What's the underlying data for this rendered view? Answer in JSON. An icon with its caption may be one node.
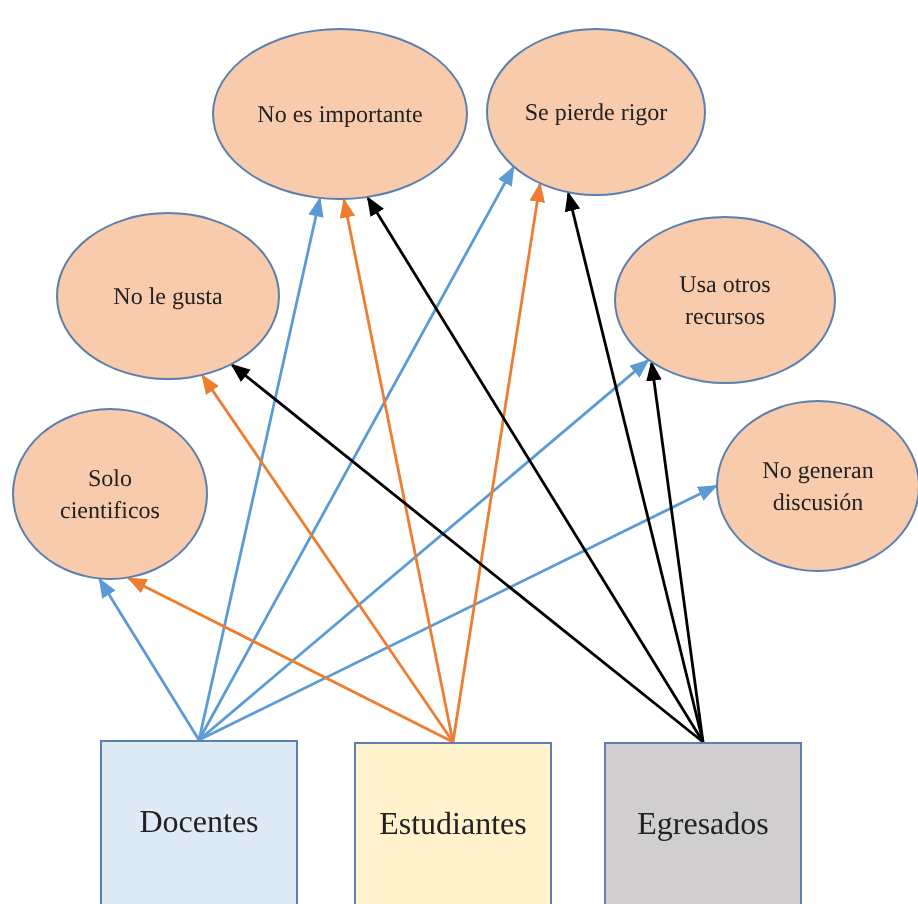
{
  "diagram": {
    "nodes": [
      {
        "text": [
          "No es importante"
        ]
      },
      {
        "text": [
          "Se pierde rigor"
        ]
      },
      {
        "text": [
          "No le gusta"
        ]
      },
      {
        "text": [
          "Usa otros recursos"
        ]
      },
      {
        "text": [
          "Solo cientificos"
        ]
      },
      {
        "text": [
          "No generan discusión"
        ]
      },
      {
        "text": [
          "Docentes"
        ]
      },
      {
        "text": [
          "Estudiantes"
        ]
      },
      {
        "text": [
          "Egresados"
        ]
      }
    ],
    "edges": [
      {
        "from": 6,
        "to": 4,
        "arrow": "to"
      },
      {
        "from": 6,
        "to": 0,
        "arrow": "to"
      },
      {
        "from": 6,
        "to": 1,
        "arrow": "to"
      },
      {
        "from": 6,
        "to": 3,
        "arrow": "to"
      },
      {
        "from": 6,
        "to": 5,
        "arrow": "to"
      },
      {
        "from": 7,
        "to": 4,
        "arrow": "to",
        "color": "#ed7d31"
      },
      {
        "from": 7,
        "to": 2,
        "arrow": "to",
        "color": "#ed7d31"
      },
      {
        "from": 7,
        "to": 0,
        "arrow": "to",
        "color": "#ed7d31"
      },
      {
        "from": 7,
        "to": 1,
        "arrow": "to",
        "color": "#ed7d31"
      },
      {
        "from": 8,
        "to": 2,
        "arrow": "to",
        "color": "#000000"
      },
      {
        "from": 8,
        "to": 0,
        "arrow": "to",
        "color": "#000000"
      },
      {
        "from": 8,
        "to": 1,
        "arrow": "to",
        "color": "#000000"
      },
      {
        "from": 8,
        "to": 3,
        "arrow": "to",
        "color": "#000000"
      }
    ]
  }
}
